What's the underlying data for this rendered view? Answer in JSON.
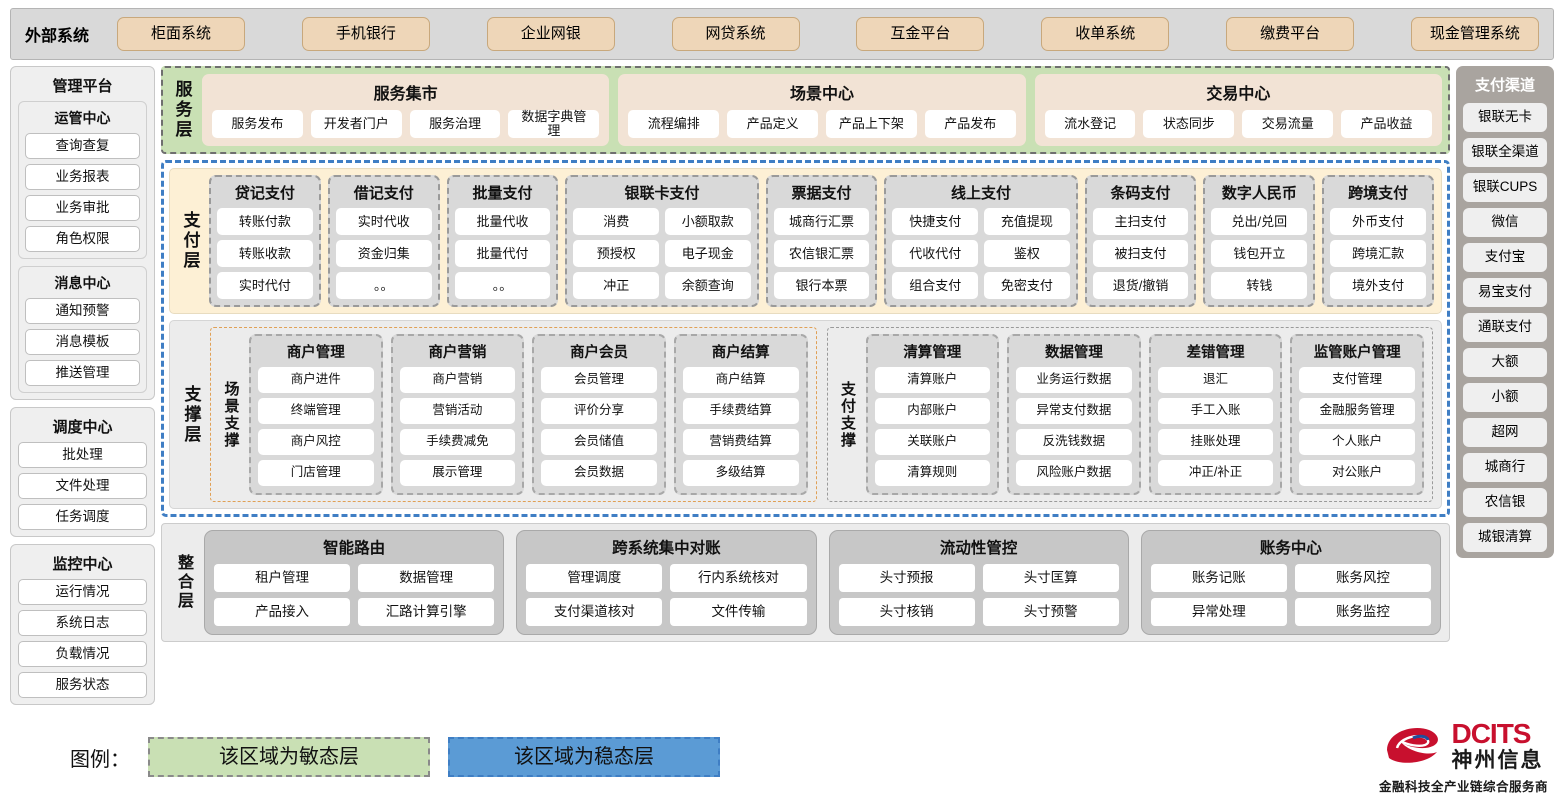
{
  "external": {
    "title": "外部系统",
    "items": [
      "柜面系统",
      "手机银行",
      "企业网银",
      "网贷系统",
      "互金平台",
      "收单系统",
      "缴费平台",
      "现金管理系统"
    ]
  },
  "left_panel": {
    "title": "管理平台",
    "groups": [
      {
        "title": "运管中心",
        "items": [
          "查询查复",
          "业务报表",
          "业务审批",
          "角色权限"
        ]
      },
      {
        "title": "消息中心",
        "items": [
          "通知预警",
          "消息模板",
          "推送管理"
        ]
      }
    ]
  },
  "left_extra_groups": [
    {
      "title": "调度中心",
      "items": [
        "批处理",
        "文件处理",
        "任务调度"
      ]
    },
    {
      "title": "监控中心",
      "items": [
        "运行情况",
        "系统日志",
        "负载情况",
        "服务状态"
      ]
    }
  ],
  "service_layer": {
    "label": "服务层",
    "boxes": [
      {
        "title": "服务集市",
        "items": [
          "服务发布",
          "开发者门户",
          "服务治理",
          "数据字典管理"
        ]
      },
      {
        "title": "场景中心",
        "items": [
          "流程编排",
          "产品定义",
          "产品上下架",
          "产品发布"
        ]
      },
      {
        "title": "交易中心",
        "items": [
          "流水登记",
          "状态同步",
          "交易流量",
          "产品收益"
        ]
      }
    ]
  },
  "payment_layer": {
    "label": "支付层",
    "categories": [
      {
        "title": "贷记支付",
        "cols": 1,
        "items": [
          "转账付款",
          "转账收款",
          "实时代付"
        ]
      },
      {
        "title": "借记支付",
        "cols": 1,
        "items": [
          "实时代收",
          "资金归集",
          "。。"
        ]
      },
      {
        "title": "批量支付",
        "cols": 1,
        "items": [
          "批量代收",
          "批量代付",
          "。。"
        ]
      },
      {
        "title": "银联卡支付",
        "cols": 2,
        "items": [
          "消费",
          "小额取款",
          "预授权",
          "电子现金",
          "冲正",
          "余额查询"
        ]
      },
      {
        "title": "票据支付",
        "cols": 1,
        "items": [
          "城商行汇票",
          "农信银汇票",
          "银行本票"
        ]
      },
      {
        "title": "线上支付",
        "cols": 2,
        "items": [
          "快捷支付",
          "充值提现",
          "代收代付",
          "鉴权",
          "组合支付",
          "免密支付"
        ]
      },
      {
        "title": "条码支付",
        "cols": 1,
        "items": [
          "主扫支付",
          "被扫支付",
          "退货/撤销"
        ]
      },
      {
        "title": "数字人民币",
        "cols": 1,
        "items": [
          "兑出/兑回",
          "钱包开立",
          "转钱"
        ]
      },
      {
        "title": "跨境支付",
        "cols": 1,
        "items": [
          "外币支付",
          "跨境汇款",
          "境外支付"
        ]
      }
    ]
  },
  "support_layer": {
    "label": "支撑层",
    "blocks": [
      {
        "label": "场景支撑",
        "style": "orange",
        "categories": [
          {
            "title": "商户管理",
            "items": [
              "商户进件",
              "终端管理",
              "商户风控",
              "门店管理"
            ]
          },
          {
            "title": "商户营销",
            "items": [
              "商户营销",
              "营销活动",
              "手续费减免",
              "展示管理"
            ]
          },
          {
            "title": "商户会员",
            "items": [
              "会员管理",
              "评价分享",
              "会员储值",
              "会员数据"
            ]
          },
          {
            "title": "商户结算",
            "items": [
              "商户结算",
              "手续费结算",
              "营销费结算",
              "多级结算"
            ]
          }
        ]
      },
      {
        "label": "支付支撑",
        "style": "gray",
        "categories": [
          {
            "title": "清算管理",
            "items": [
              "清算账户",
              "内部账户",
              "关联账户",
              "清算规则"
            ]
          },
          {
            "title": "数据管理",
            "items": [
              "业务运行数据",
              "异常支付数据",
              "反洗钱数据",
              "风险账户数据"
            ]
          },
          {
            "title": "差错管理",
            "items": [
              "退汇",
              "手工入账",
              "挂账处理",
              "冲正/补正"
            ]
          },
          {
            "title": "监管账户管理",
            "items": [
              "支付管理",
              "金融服务管理",
              "个人账户",
              "对公账户"
            ]
          }
        ]
      }
    ]
  },
  "integration_layer": {
    "label": "整合层",
    "boxes": [
      {
        "title": "智能路由",
        "rows": [
          [
            "租户管理",
            "数据管理"
          ],
          [
            "产品接入",
            "汇路计算引擎"
          ]
        ]
      },
      {
        "title": "跨系统集中对账",
        "rows": [
          [
            "管理调度",
            "行内系统核对"
          ],
          [
            "支付渠道核对",
            "文件传输"
          ]
        ]
      },
      {
        "title": "流动性管控",
        "rows": [
          [
            "头寸预报",
            "头寸匡算"
          ],
          [
            "头寸核销",
            "头寸预警"
          ]
        ]
      },
      {
        "title": "账务中心",
        "rows": [
          [
            "账务记账",
            "账务风控"
          ],
          [
            "异常处理",
            "账务监控"
          ]
        ]
      }
    ]
  },
  "right_panel": {
    "title": "支付渠道",
    "items": [
      "银联无卡",
      "银联全渠道",
      "银联CUPS",
      "微信",
      "支付宝",
      "易宝支付",
      "通联支付",
      "大额",
      "小额",
      "超网",
      "城商行",
      "农信银",
      "城银清算"
    ]
  },
  "legend": {
    "label": "图例：",
    "agile": "该区域为敏态层",
    "stable": "该区域为稳态层"
  },
  "brand": {
    "en": "DCITS",
    "cn": "神州信息",
    "tagline": "金融科技全产业链综合服务商",
    "color": "#c8102e"
  },
  "colors": {
    "agile": "#c9e0b4",
    "stable": "#5b9bd5",
    "external_chip": "#eed6b8",
    "payment_bg": "#fdf0d5"
  }
}
